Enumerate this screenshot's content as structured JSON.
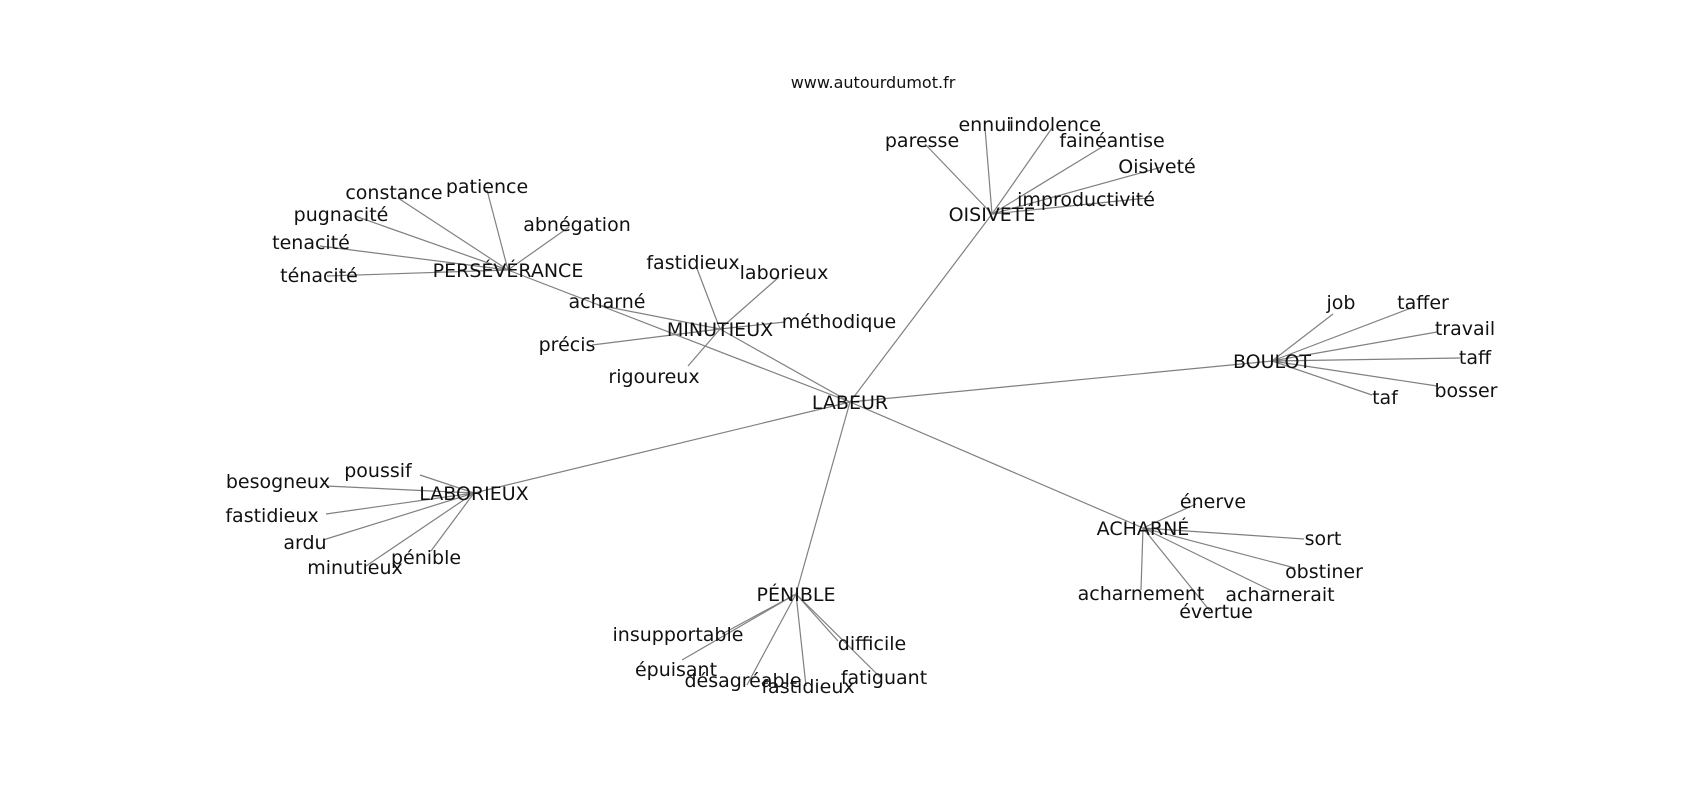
{
  "source": "www.autourdumot.fr",
  "colors": {
    "edge": "#808080",
    "text": "#111111",
    "background": "#ffffff"
  },
  "center": "LABEUR",
  "clusters": [
    {
      "label": "OISIVETÉ",
      "words": [
        "paresse",
        "ennui",
        "indolence",
        "fainéantise",
        "Oisiveté",
        "improductivité"
      ]
    },
    {
      "label": "PERSÉVÉRANCE",
      "words": [
        "constance",
        "patience",
        "abnégation",
        "pugnacité",
        "tenacité",
        "ténacité"
      ]
    },
    {
      "label": "MINUTIEUX",
      "words": [
        "fastidieux",
        "laborieux",
        "acharné",
        "méthodique",
        "précis",
        "rigoureux"
      ]
    },
    {
      "label": "BOULOT",
      "words": [
        "job",
        "taffer",
        "travail",
        "taff",
        "bosser",
        "taf"
      ]
    },
    {
      "label": "LABORIEUX",
      "words": [
        "poussif",
        "besogneux",
        "fastidieux",
        "ardu",
        "minutieux",
        "pénible"
      ]
    },
    {
      "label": "ACHARNÉ",
      "words": [
        "énerve",
        "sort",
        "obstiner",
        "acharnerait",
        "évertue",
        "acharnement"
      ]
    },
    {
      "label": "PÉNIBLE",
      "words": [
        "insupportable",
        "épuisant",
        "désagréable",
        "fastidieux",
        "difficile",
        "fatiguant"
      ]
    }
  ]
}
